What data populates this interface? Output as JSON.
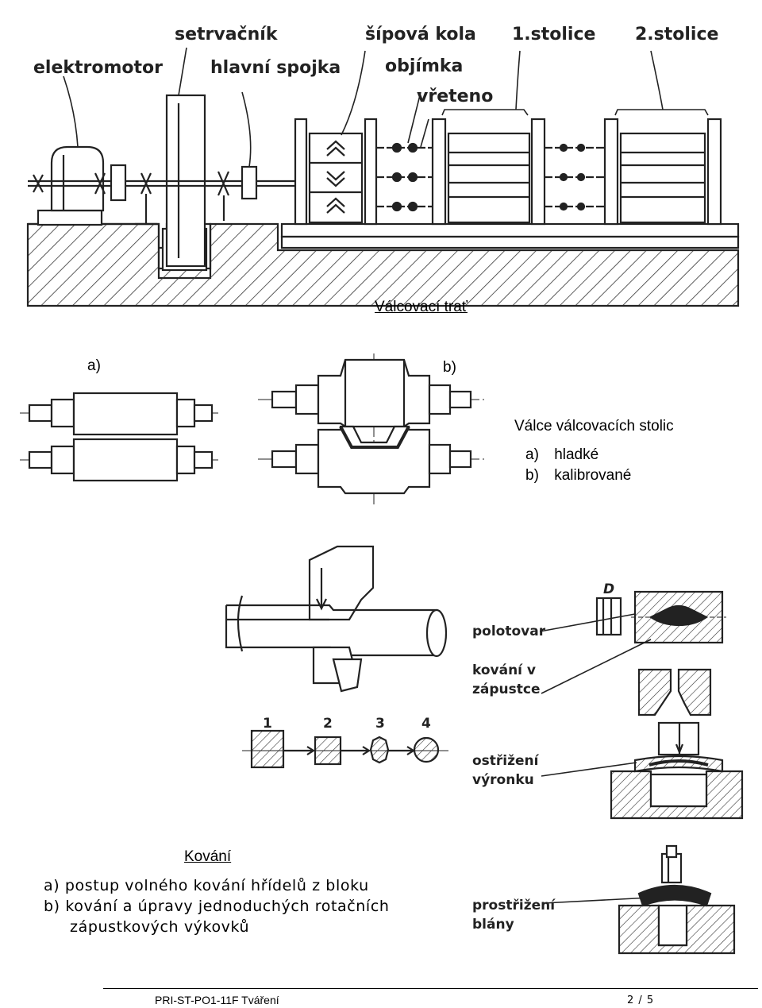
{
  "figure1": {
    "labels": {
      "elektromotor": "elektromotor",
      "setrvacnik": "setrvačník",
      "hlavni_spojka": "hlavní spojka",
      "sipova_kola": "šípová kola",
      "objimka": "objímka",
      "vreteno": "vřeteno",
      "stolice1": "1.stolice",
      "stolice2": "2.stolice"
    },
    "caption": "Válcovací trať"
  },
  "figure2": {
    "label_a": "a)",
    "label_b": "b)",
    "caption_title": "Válce válcovacích stolic",
    "items": [
      {
        "marker": "a)",
        "text": "hladké"
      },
      {
        "marker": "b)",
        "text": "kalibrované"
      }
    ]
  },
  "figure3": {
    "labels": {
      "polotovar": "polotovar",
      "kovani_v": "kování v",
      "zapustce": "zápustce",
      "ostrizeni": "ostřižení",
      "vyronku": "výronku",
      "prostrizeni": "prostřižení",
      "blany": "blány",
      "d": "D"
    },
    "steps": [
      "1",
      "2",
      "3",
      "4"
    ],
    "caption_title": "Kování",
    "items": [
      "a) postup volného kování hřídelů z bloku",
      "b) kování a úpravy jednoduchých rotačních",
      "zápustkových výkovků"
    ]
  },
  "footer": {
    "document_id": "PRI-ST-PO1-11F Tváření",
    "page": "2 / 5"
  }
}
